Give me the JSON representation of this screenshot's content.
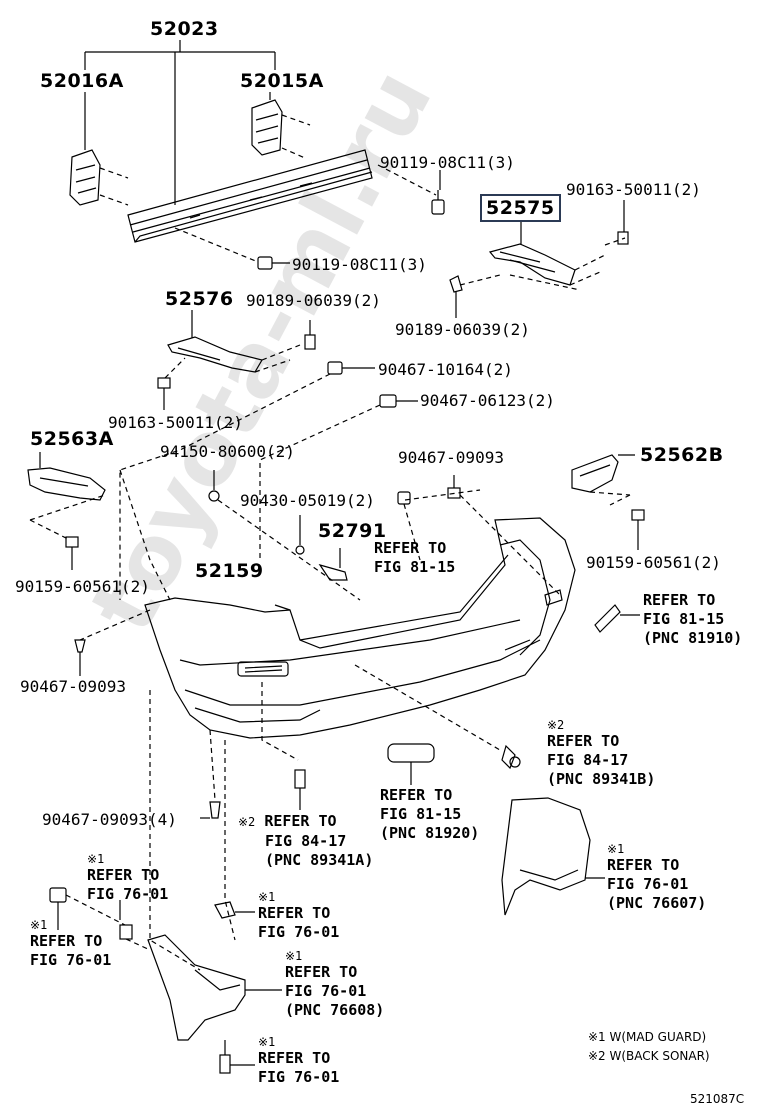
{
  "diagram_code": "521087C",
  "watermark_text": "toyota-ml.ru",
  "parts": {
    "p52023": "52023",
    "p52016A": "52016A",
    "p52015A": "52015A",
    "p90119_a": "90119-08C11(3)",
    "p90119_b": "90119-08C11(3)",
    "p90163_a": "90163-50011(2)",
    "p52575": "52575",
    "p90189_a": "90189-06039(2)",
    "p52576": "52576",
    "p90189_b": "90189-06039(2)",
    "p90467_10164": "90467-10164(2)",
    "p90467_06123": "90467-06123(2)",
    "p90163_b": "90163-50011(2)",
    "p52563A": "52563A",
    "p94150": "94150-80600(2)",
    "p90467_09093_a": "90467-09093",
    "p52562B": "52562B",
    "p90430": "90430-05019(2)",
    "p52791": "52791",
    "p90159_a": "90159-60561(2)",
    "p90159_b": "90159-60561(2)",
    "p52159": "52159",
    "p90467_09093_b": "90467-09093",
    "p90467_09093_c": "90467-09093(4)"
  },
  "refs": {
    "r1": {
      "l1": "REFER TO",
      "l2": "FIG 81-15"
    },
    "r2": {
      "l1": "REFER TO",
      "l2": "FIG 81-15",
      "l3": "(PNC 81910)"
    },
    "r3": {
      "mark": "※2",
      "l1": "REFER TO",
      "l2": "FIG 84-17",
      "l3": "(PNC 89341B)"
    },
    "r4": {
      "l1": "REFER TO",
      "l2": "FIG 81-15",
      "l3": "(PNC 81920)"
    },
    "r5": {
      "mark": "※2",
      "l1": "REFER TO",
      "l2": "FIG 84-17",
      "l3": "(PNC 89341A)"
    },
    "r6": {
      "mark": "※1",
      "l1": "REFER TO",
      "l2": "FIG 76-01",
      "l3": "(PNC 76607)"
    },
    "r7": {
      "mark": "※1",
      "l1": "REFER TO",
      "l2": "FIG 76-01"
    },
    "r8": {
      "mark": "※1",
      "l1": "REFER TO",
      "l2": "FIG 76-01"
    },
    "r9": {
      "mark": "※1",
      "l1": "REFER TO",
      "l2": "FIG 76-01"
    },
    "r10": {
      "mark": "※1",
      "l1": "REFER TO",
      "l2": "FIG 76-01",
      "l3": "(PNC 76608)"
    },
    "r11": {
      "mark": "※1",
      "l1": "REFER TO",
      "l2": "FIG 76-01"
    }
  },
  "legend": {
    "l1": "※1 W(MAD GUARD)",
    "l2": "※2 W(BACK SONAR)"
  },
  "colors": {
    "line": "#000000",
    "highlight_border": "#2b3a55"
  }
}
